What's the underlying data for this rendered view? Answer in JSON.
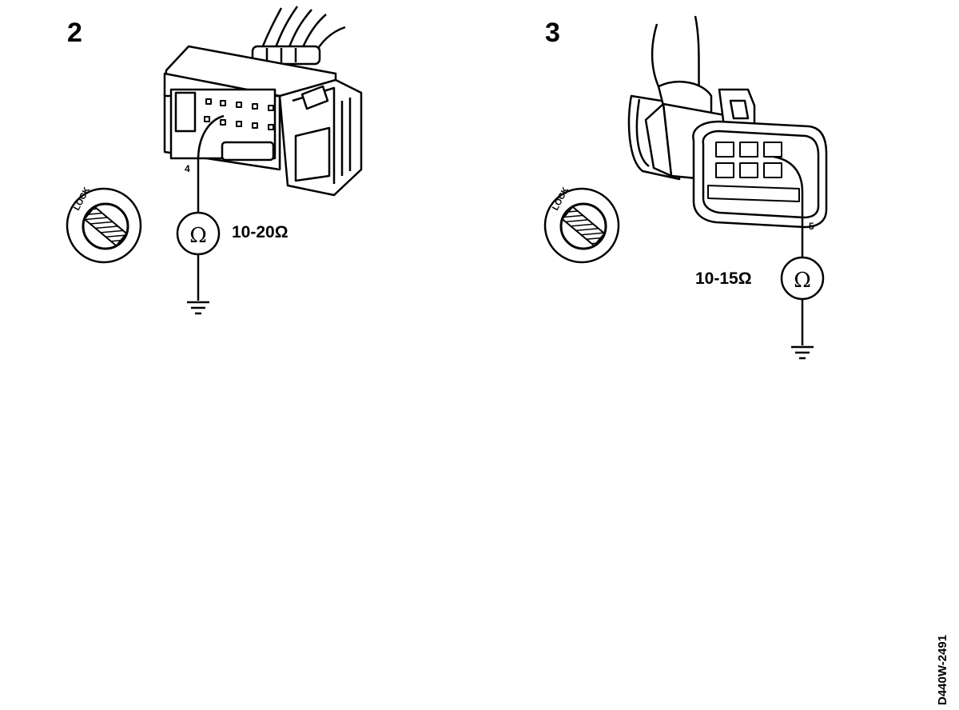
{
  "panels": [
    {
      "step": "2",
      "lock_label": "LOCK",
      "pin": "4",
      "meter_symbol": "Ω",
      "resistance": "10-20Ω"
    },
    {
      "step": "3",
      "lock_label": "LOCK",
      "pin": "5",
      "meter_symbol": "Ω",
      "resistance": "10-15Ω"
    }
  ],
  "figure_code": "D440W-2491"
}
